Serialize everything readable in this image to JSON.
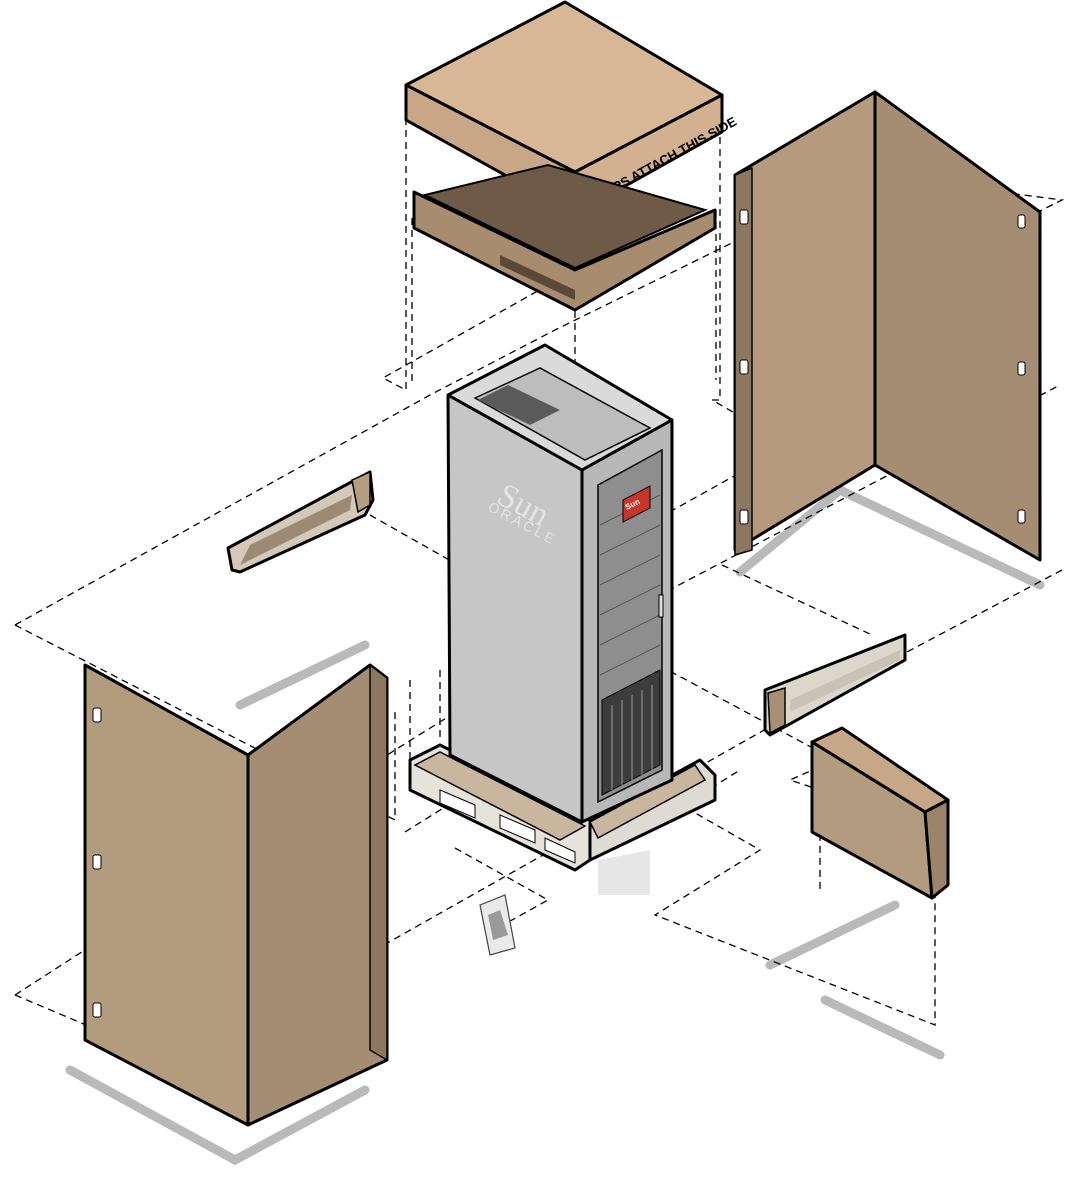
{
  "lid": {
    "label": "RAMPS ATTACH THIS SIDE"
  },
  "server": {
    "brand_primary": "Sun",
    "brand_secondary": "ORACLE"
  },
  "colors": {
    "cardboard_light": "#d9b898",
    "cardboard_mid": "#b39b7f",
    "cardboard_dark": "#a58d74",
    "cardboard_inner": "#6e5a46",
    "cabinet_side": "#c7c7c7",
    "cabinet_front": "#b0b0b0",
    "badge_red": "#c8352a"
  }
}
